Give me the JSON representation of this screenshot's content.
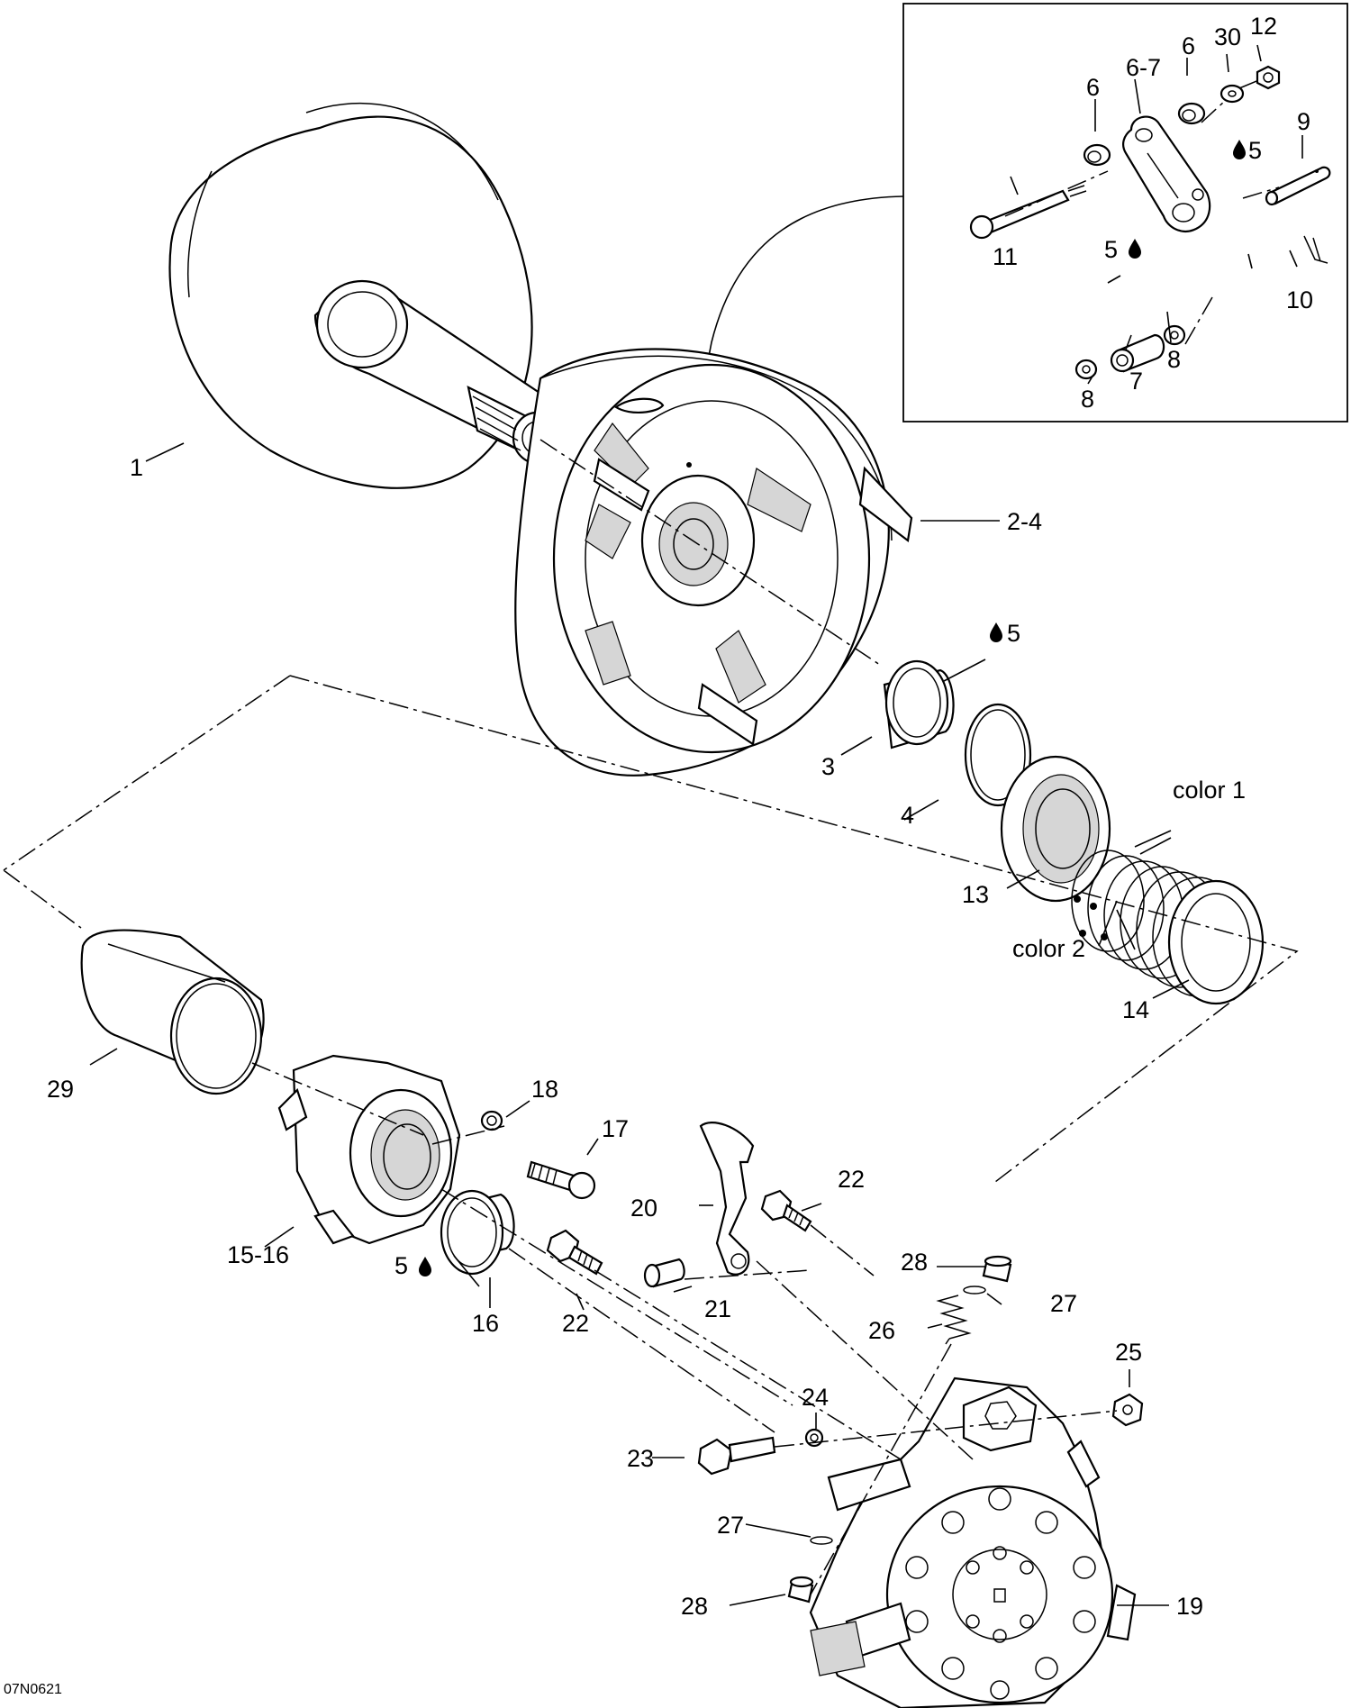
{
  "diagram_code": "07N0621",
  "labels": {
    "l1": "1",
    "l2_4": "2-4",
    "l3": "3",
    "l4": "4",
    "l5_a": "5",
    "l5_b": "5",
    "l5_c": "5",
    "l5_d": "5",
    "l6_a": "6",
    "l6_b": "6",
    "l6_7": "6-7",
    "l7": "7",
    "l8_a": "8",
    "l8_b": "8",
    "l9": "9",
    "l10": "10",
    "l11": "11",
    "l12": "12",
    "l13": "13",
    "l14": "14",
    "l15_16": "15-16",
    "l16": "16",
    "l17": "17",
    "l18": "18",
    "l19": "19",
    "l20": "20",
    "l21": "21",
    "l22_a": "22",
    "l22_b": "22",
    "l23": "23",
    "l24": "24",
    "l25": "25",
    "l26": "26",
    "l27_a": "27",
    "l27_b": "27",
    "l28_a": "28",
    "l28_b": "28",
    "l29": "29",
    "l30": "30",
    "color1": "color 1",
    "color2": "color 2"
  }
}
